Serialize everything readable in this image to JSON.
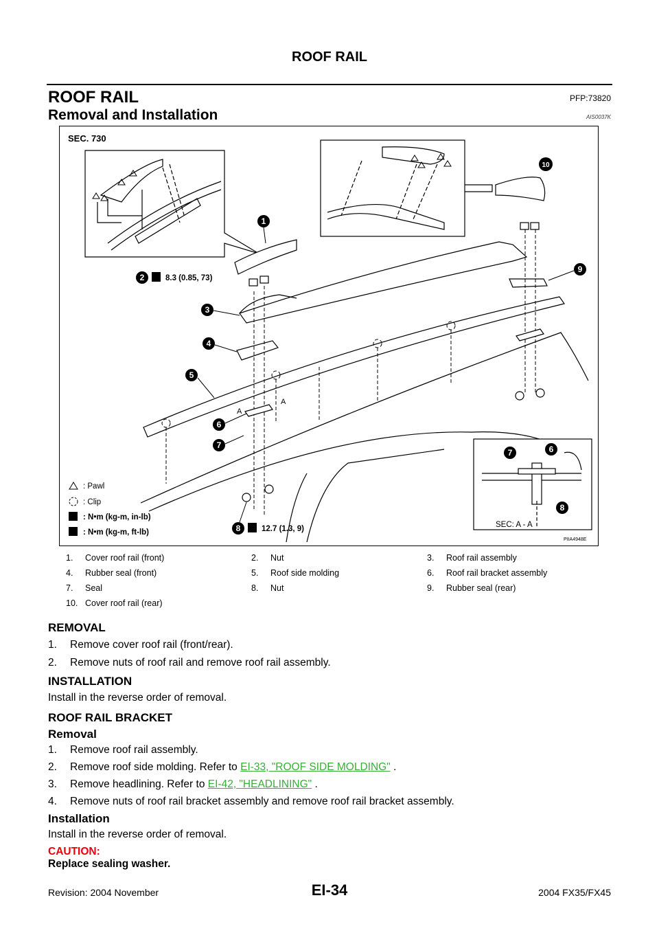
{
  "header": {
    "running_title": "ROOF RAIL"
  },
  "title": {
    "main": "ROOF RAIL",
    "pfp": "PFP:73820",
    "sub": "Removal and Installation",
    "ref": "AIS0037K"
  },
  "figure": {
    "sec": "SEC. 730",
    "torque_nut2": "8.3 (0.85, 73)",
    "torque_nut8": "12.7 (1.3, 9)",
    "section_label": "SEC: A - A",
    "code": "PIIA4948E",
    "section_a": "A",
    "callouts": [
      "1",
      "2",
      "3",
      "4",
      "5",
      "6",
      "7",
      "8",
      "9",
      "10"
    ],
    "key": [
      {
        "icon": "pawl-icon",
        "text": ": Pawl"
      },
      {
        "icon": "clip-icon",
        "text": ": Clip"
      },
      {
        "icon": "torque-wrench-icon",
        "text": ": N•m (kg-m, in-lb)"
      },
      {
        "icon": "torque-wrench-icon",
        "text": ": N•m (kg-m, ft-lb)"
      }
    ]
  },
  "legend": [
    [
      {
        "n": "1.",
        "t": "Cover roof rail (front)"
      },
      {
        "n": "2.",
        "t": "Nut"
      },
      {
        "n": "3.",
        "t": "Roof rail assembly"
      }
    ],
    [
      {
        "n": "4.",
        "t": "Rubber seal (front)"
      },
      {
        "n": "5.",
        "t": "Roof side molding"
      },
      {
        "n": "6.",
        "t": "Roof rail bracket assembly"
      }
    ],
    [
      {
        "n": "7.",
        "t": "Seal"
      },
      {
        "n": "8.",
        "t": "Nut"
      },
      {
        "n": "9.",
        "t": "Rubber seal (rear)"
      }
    ],
    [
      {
        "n": "10.",
        "t": "Cover roof rail (rear)"
      },
      {
        "n": "",
        "t": ""
      },
      {
        "n": "",
        "t": ""
      }
    ]
  ],
  "removal": {
    "heading": "REMOVAL",
    "steps": [
      {
        "n": "1.",
        "t": "Remove cover roof rail (front/rear)."
      },
      {
        "n": "2.",
        "t": "Remove nuts of roof rail and remove roof rail assembly."
      }
    ]
  },
  "installation": {
    "heading": "INSTALLATION",
    "text": "Install in the reverse order of removal."
  },
  "bracket": {
    "heading": "ROOF RAIL BRACKET",
    "removal_heading": "Removal",
    "steps": [
      {
        "n": "1.",
        "pre": "Remove roof rail assembly.",
        "link": "",
        "post": ""
      },
      {
        "n": "2.",
        "pre": "Remove roof side molding. Refer to ",
        "link": "EI-33, \"ROOF SIDE MOLDING\"",
        "post": " ."
      },
      {
        "n": "3.",
        "pre": "Remove headlining. Refer to ",
        "link": "EI-42, \"HEADLINING\"",
        "post": " ."
      },
      {
        "n": "4.",
        "pre": "Remove nuts of roof rail bracket assembly and remove roof rail bracket assembly.",
        "link": "",
        "post": ""
      }
    ],
    "installation_heading": "Installation",
    "installation_text": "Install in the reverse order of removal.",
    "caution_label": "CAUTION:",
    "caution_text": "Replace sealing washer."
  },
  "footer": {
    "left": "Revision: 2004 November",
    "center": "EI-34",
    "right": "2004 FX35/FX45"
  }
}
